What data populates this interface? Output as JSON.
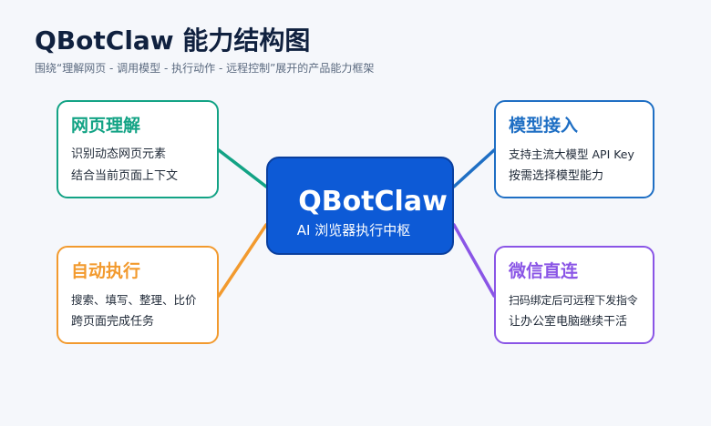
{
  "header": {
    "title": "QBotClaw 能力结构图",
    "subtitle": "围绕“理解网页 - 调用模型 - 执行动作 - 远程控制”展开的产品能力框架"
  },
  "center": {
    "title": "QBotClaw",
    "subtitle": "AI 浏览器执行中枢"
  },
  "nodes": {
    "web": {
      "title": "网页理解",
      "line1": "识别动态网页元素",
      "line2": "结合当前页面上下文",
      "color": "#13a385"
    },
    "model": {
      "title": "模型接入",
      "line1": "支持主流大模型 API Key",
      "line2": "按需选择模型能力",
      "color": "#1f6fc4"
    },
    "auto": {
      "title": "自动执行",
      "line1": "搜索、填写、整理、比价",
      "line2": "跨页面完成任务",
      "color": "#f29a2e"
    },
    "wechat": {
      "title": "微信直连",
      "line1": "扫码绑定后可远程下发指令",
      "line2": "让办公室电脑继续干活",
      "color": "#8a55e6"
    }
  }
}
